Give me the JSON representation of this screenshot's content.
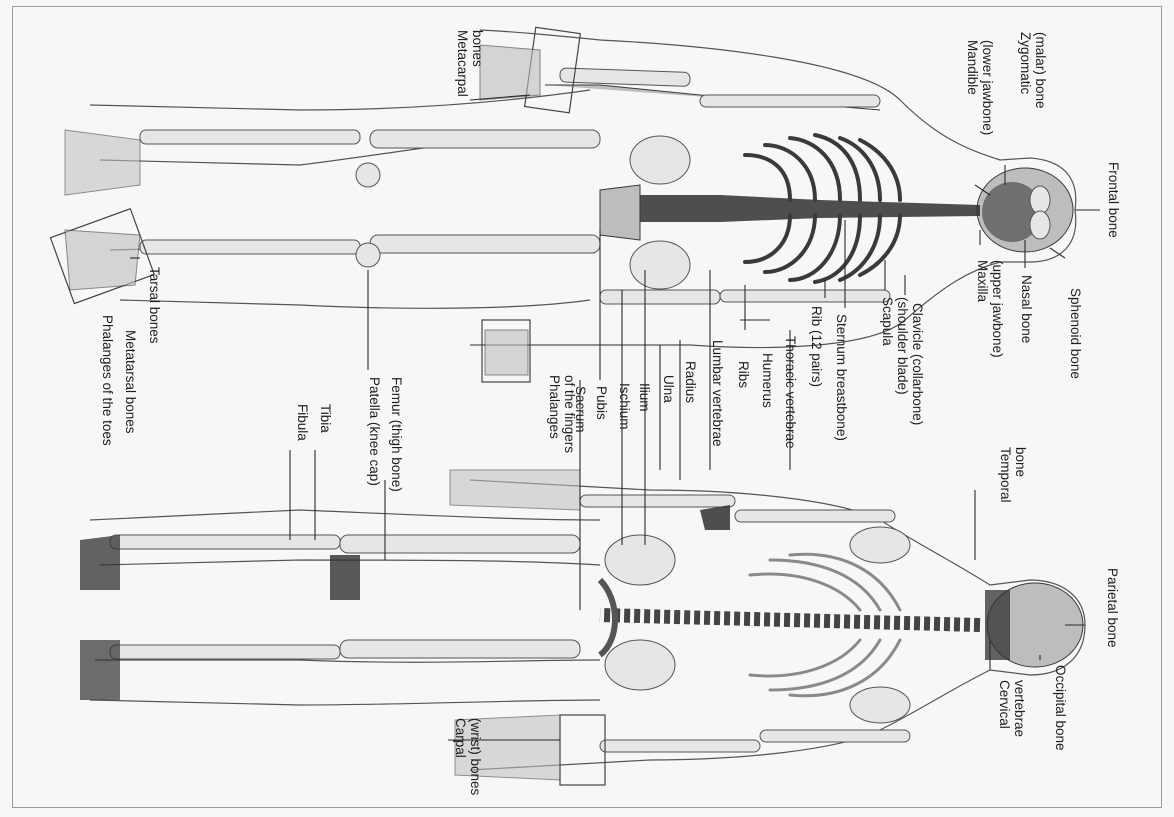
{
  "labels": {
    "frontal_bone": "Frontal bone",
    "sphenoid_bone": "Sphenoid bone",
    "nasal_bone": "Nasal bone",
    "zygomatic_bone": "Zygomatic\n(malar) bone",
    "mandible": "Mandible\n(lower jawbone)",
    "maxilla": "Maxilla\n(upper jawbone)",
    "metacarpal_bones": "Metacarpal\nbones",
    "clavicle": "Clavicle (collarbone)",
    "scapula": "Scapula\n(shoulder blade)",
    "sternum": "Sternum breastbone)",
    "rib_12_pairs": "Rib (12 pairs)",
    "thoracic_vertebrae": "Thoracic vertebrae",
    "humerus": "Humerus",
    "ribs": "Ribs",
    "lumbar_vertebrae": "Lumbar vertebrae",
    "radius": "Radius",
    "ulna": "Ulna",
    "ilium": "Ilium",
    "ischium": "Ischium",
    "pubis": "Pubis",
    "sacrum": "Sacrum",
    "phalanges_fingers": "Phalanges\nof the fingers",
    "temporal_bone": "Temporal\nbone",
    "femur": "Femur (thigh bone)",
    "patella": "Patella (knee cap)",
    "tibia": "Tibia",
    "fibula": "Fibula",
    "tarsal_bones": "Tarsal bones",
    "metatarsal_bones": "Metatarsal bones",
    "phalanges_toes": "Phalanges of the toes",
    "parietal_bone": "Parietal bone",
    "occipital_bone": "Occipital bone",
    "cervical_vertebrae": "Cervical\nvertebrae",
    "carpal_bones": "Carpal\n(wrist) bones"
  }
}
